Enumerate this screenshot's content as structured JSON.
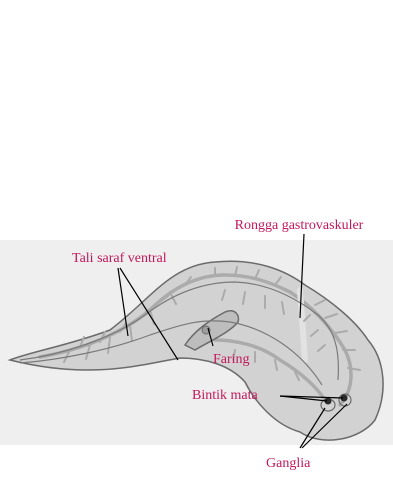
{
  "figure": {
    "label_color": "#c2185b",
    "leader_color": "#000000",
    "panel_color": "#efefef",
    "body_fill": "#d2d2d2",
    "body_outline": "#6b6b6b",
    "branch_color": "#ababab",
    "eye_color": "#2a2a2a",
    "labels": {
      "rongga_gastrovaskuler": "Rongga gastrovaskuler",
      "tali_saraf_ventral": "Tali saraf ventral",
      "faring": "Faring",
      "bintik_mata": "Bintik mata",
      "ganglia": "Ganglia"
    }
  }
}
